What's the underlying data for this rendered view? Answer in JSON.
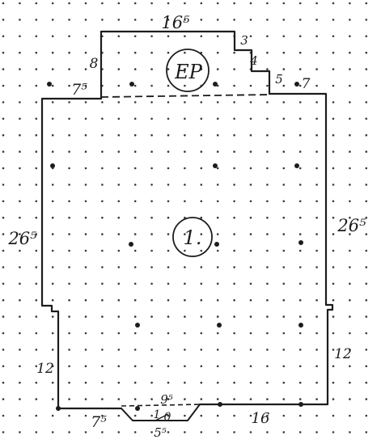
{
  "dimensions": {
    "top_edge": "16⁵",
    "ep_upper_left": "8",
    "ep_step_small": "3",
    "ep_step_diag": "4",
    "ep_right_small": "5",
    "top_right": "7",
    "top_left": "7⁵",
    "left_side": "26⁵",
    "right_side": "26⁵",
    "left_lower": "12",
    "right_lower": "12",
    "bottom_left": "7⁵",
    "bottom_right": "16",
    "bay_top": "9⁵",
    "bay_fraction_num": "1",
    "bay_fraction_den": "0",
    "bay_bottom": "5⁵"
  },
  "rooms": {
    "main": "1.",
    "entry": "EP"
  },
  "colors": {
    "ink": "#1c1c1c",
    "dots": "#3a3a3a",
    "paper": "#ffffff"
  }
}
